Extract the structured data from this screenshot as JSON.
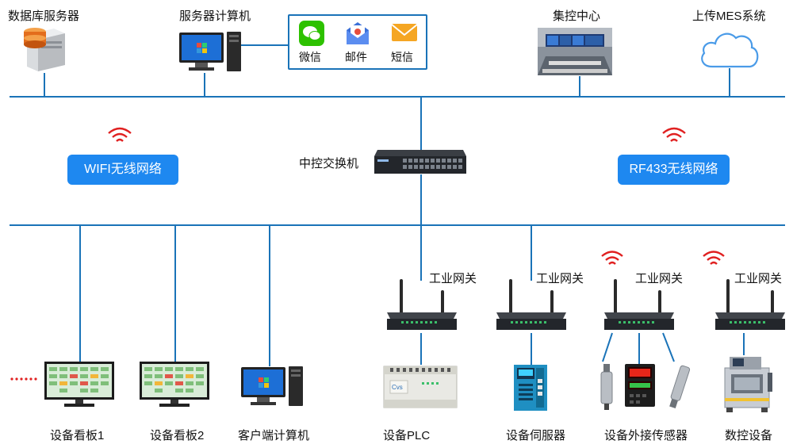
{
  "top": {
    "db_server": "数据库服务器",
    "server_pc": "服务器计算机",
    "control_center": "集控中心",
    "mes": "上传MES系统"
  },
  "notify": {
    "wechat": "微信",
    "mail": "邮件",
    "sms": "短信"
  },
  "middle": {
    "switch": "中控交换机",
    "wifi": "WIFI无线网络",
    "rf": "RF433无线网络"
  },
  "gateways": [
    "工业网关",
    "工业网关",
    "工业网关",
    "工业网关"
  ],
  "bottom": {
    "board1": "设备看板1",
    "board2": "设备看板2",
    "client": "客户端计算机",
    "plc": "设备PLC",
    "servo": "设备伺服器",
    "sensors": "设备外接传感器",
    "cnc": "数控设备",
    "plc_brand": "Cvs"
  },
  "colors": {
    "line": "#1a73b8",
    "pill": "#1e88f0",
    "signal": "#e02020"
  }
}
